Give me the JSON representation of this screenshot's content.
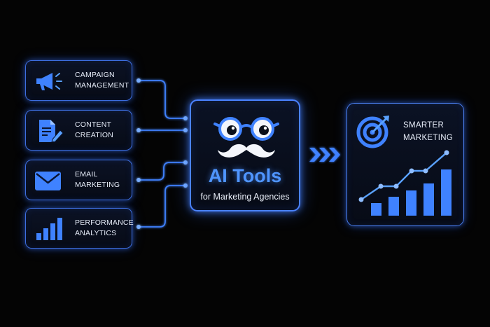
{
  "inputs": [
    {
      "icon": "megaphone-icon",
      "line1": "CAMPAIGN",
      "line2": "MANAGEMENT"
    },
    {
      "icon": "document-edit-icon",
      "line1": "CONTENT",
      "line2": "CREATION"
    },
    {
      "icon": "envelope-icon",
      "line1": "EMAIL",
      "line2": "MARKETING"
    },
    {
      "icon": "bar-chart-icon",
      "line1": "PERFORMANCE",
      "line2": "ANALYTICS"
    }
  ],
  "center": {
    "icon": "mustache-glasses-mascot-icon",
    "title": "AI Tools",
    "subtitle": "for Marketing Agencies"
  },
  "connector": {
    "icon": "triple-chevron-right-icon"
  },
  "output": {
    "icon": "target-arrow-icon",
    "line1": "SMARTER",
    "line2": "MARKETING",
    "chart_icon": "growth-bar-line-chart-icon"
  },
  "colors": {
    "background": "#040404",
    "accent": "#3f82ff",
    "accent_light": "#5aa2ff",
    "text": "#e6ecf8"
  }
}
